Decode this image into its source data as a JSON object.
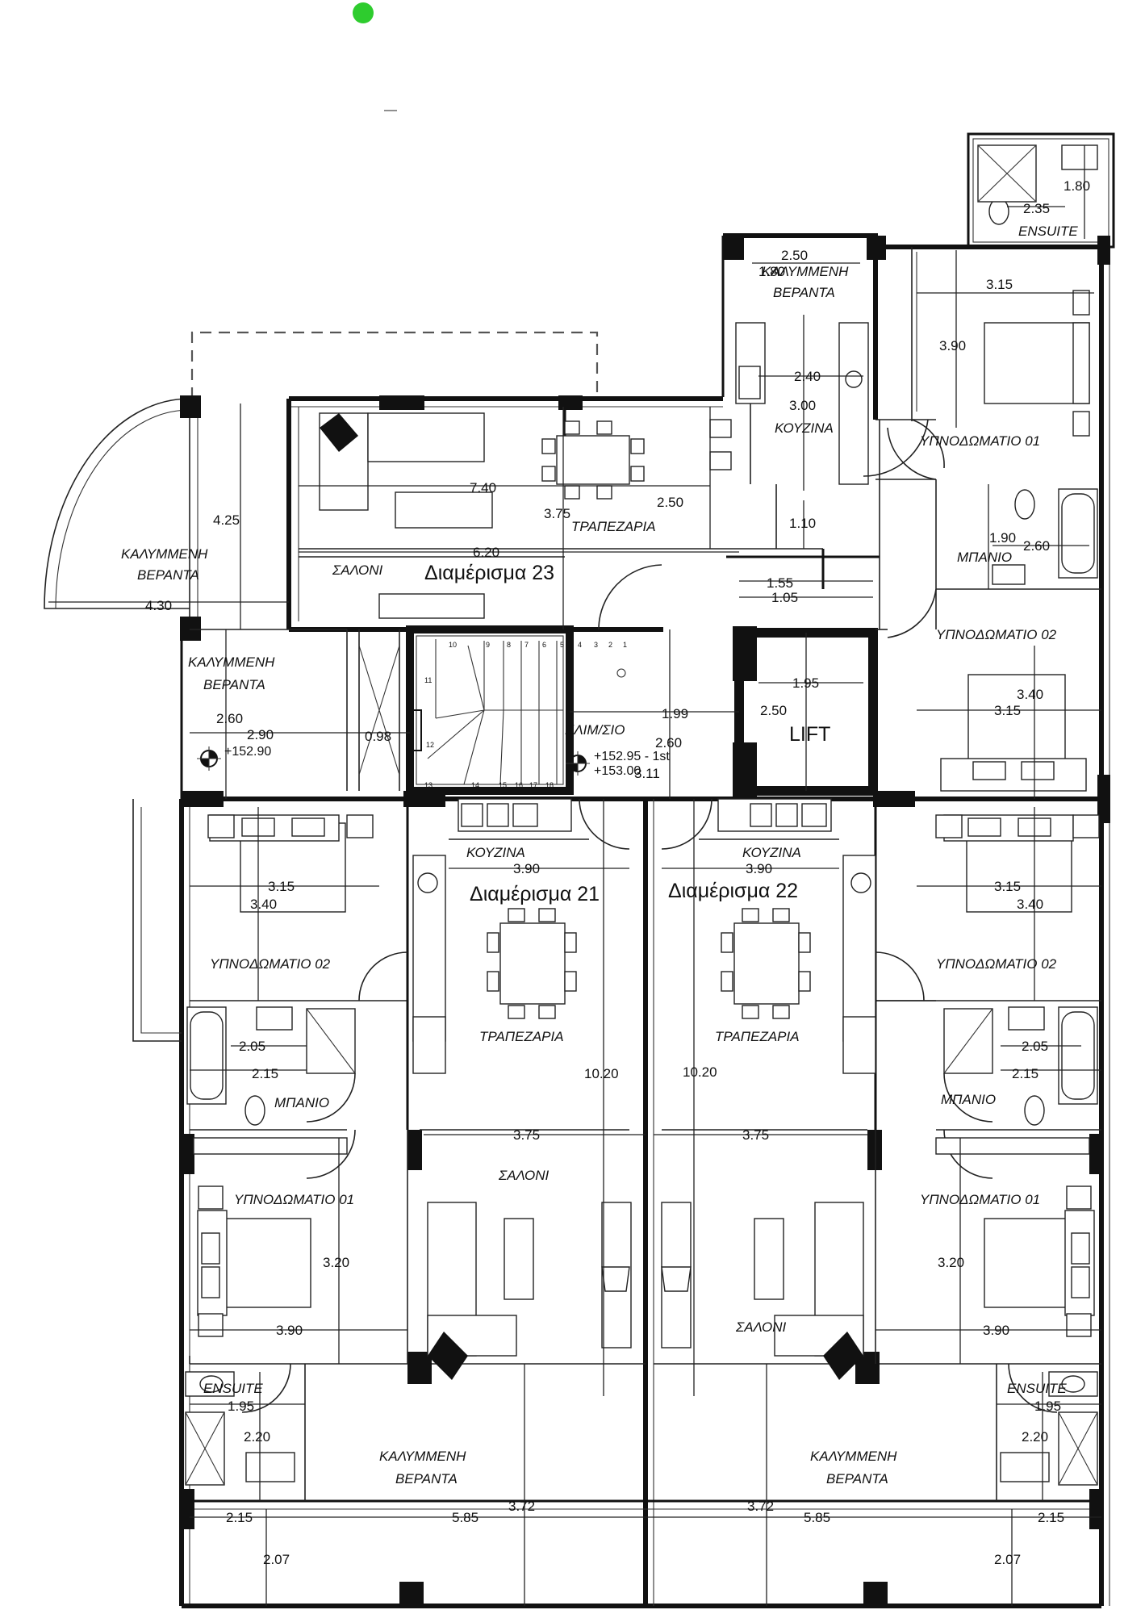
{
  "status_dot_color": "#2ecc2e",
  "apartments": {
    "a21": "Διαμέρισμα 21",
    "a22": "Διαμέρισμα 22",
    "a23": "Διαμέρισμα 23"
  },
  "rooms": {
    "ensuite": "ENSUITE",
    "veranda_l1": "ΚΑΛΥΜΜΕΝΗ",
    "veranda_l2": "ΒΕΡΑΝΤΑ",
    "bedroom_01": "ΥΠΝΟΔΩΜΑΤΙΟ 01",
    "bedroom_02": "ΥΠΝΟΔΩΜΑΤΙΟ 02",
    "kitchen": "ΚΟΥΖΙΝΑ",
    "dining": "ΤΡΑΠΕΖΑΡΙΑ",
    "living": "ΣΑΛΟΝΙ",
    "bathroom": "ΜΠΑΝΙΟ",
    "stair": "ΚΛΙΜ/ΣΙΟ",
    "lift": "LIFT"
  },
  "levels": {
    "l1": "+152.90",
    "l2": "+152.95 - 1st",
    "l3": "+153.00"
  },
  "dims": {
    "d180": "1.80",
    "d235": "2.35",
    "d250": "2.50",
    "d180b": "1.80",
    "d315": "3.15",
    "d390": "3.90",
    "d240": "2.40",
    "d300": "3.00",
    "d425": "4.25",
    "d740": "7.40",
    "d375": "3.75",
    "d250b": "2.50",
    "d110": "1.10",
    "d190": "1.90",
    "d260": "2.60",
    "d620": "6.20",
    "d430": "4.30",
    "d155": "1.55",
    "d105": "1.05",
    "d260b": "2.60",
    "d290": "2.90",
    "d098": "0.98",
    "d199": "1.99",
    "d195": "1.95",
    "d250c": "2.50",
    "d340": "3.40",
    "d315b": "3.15",
    "d260c": "2.60",
    "d311": "3.11",
    "d315c": "3.15",
    "d340b": "3.40",
    "d390b": "3.90",
    "d390c": "3.90",
    "d315d": "3.15",
    "d340c": "3.40",
    "d205": "2.05",
    "d215": "2.15",
    "d1020": "10.20",
    "d1020b": "10.20",
    "d205b": "2.05",
    "d215b": "2.15",
    "d375b": "3.75",
    "d375c": "3.75",
    "d320": "3.20",
    "d320b": "3.20",
    "d390d": "3.90",
    "d390e": "3.90",
    "d195b": "1.95",
    "d195c": "1.95",
    "d220": "2.20",
    "d220b": "2.20",
    "d215c": "2.15",
    "d585": "5.85",
    "d372": "3.72",
    "d372b": "3.72",
    "d585b": "5.85",
    "d215d": "2.15",
    "d207": "2.07",
    "d207b": "2.07"
  },
  "stair_steps": [
    "10",
    "9",
    "8",
    "7",
    "6",
    "5",
    "4",
    "3",
    "2",
    "1",
    "11",
    "12",
    "13",
    "14",
    "15",
    "16",
    "17",
    "18"
  ]
}
